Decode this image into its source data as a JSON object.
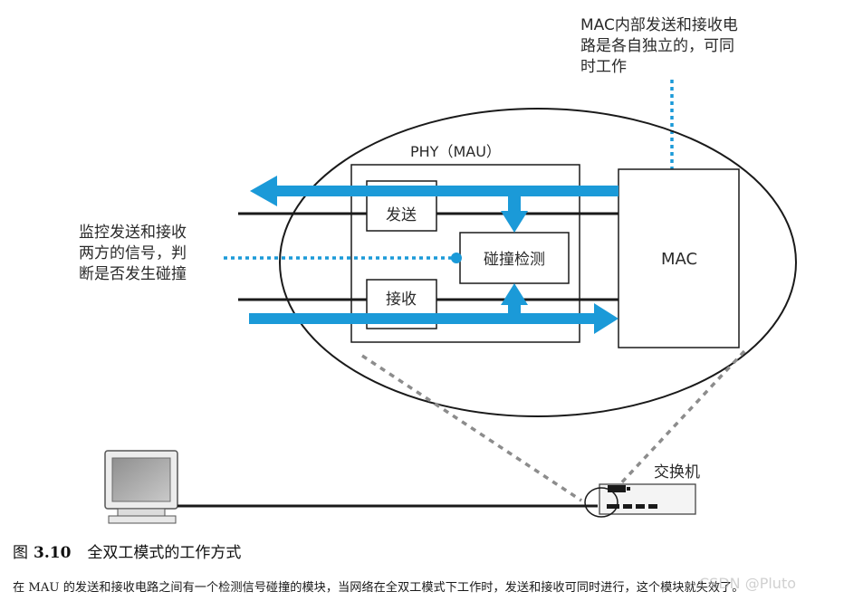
{
  "diagram": {
    "annotation_mac": [
      "MAC内部发送和接收电",
      "路是各自独立的，可同",
      "时工作"
    ],
    "annotation_detect": [
      "监控发送和接收",
      "两方的信号，判",
      "断是否发生碰撞"
    ],
    "phy_label": "PHY（MAU）",
    "send_label": "发送",
    "receive_label": "接收",
    "collision_label": "碰撞检测",
    "mac_label": "MAC",
    "switch_label": "交换机",
    "colors": {
      "arrow": "#1b9ad8",
      "line": "#1a1a1a",
      "dashed_link": "#8c8c8c"
    }
  },
  "caption": {
    "prefix": "图",
    "number": "3.10",
    "title": "全双工模式的工作方式"
  },
  "body": {
    "text": "在 MAU 的发送和接收电路之间有一个检测信号碰撞的模块，当网络在全双工模式下工作时，发送和接收可同时进行，这个模块就失效了。"
  },
  "watermark": {
    "text": "CSDN @Pluto"
  }
}
